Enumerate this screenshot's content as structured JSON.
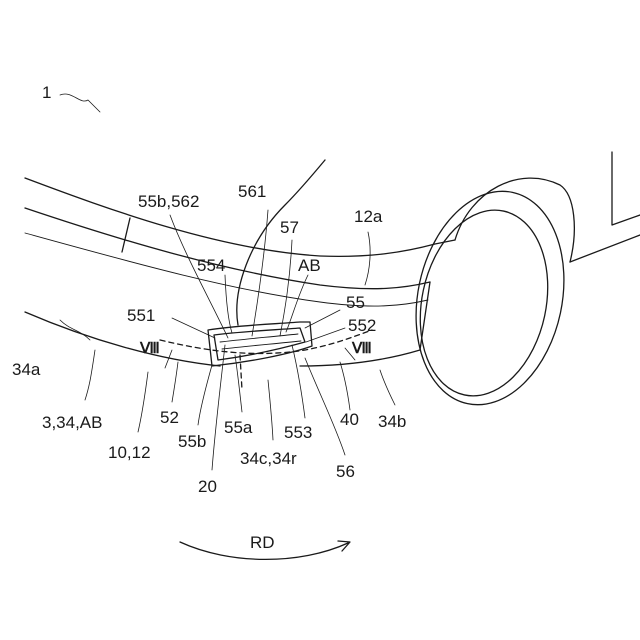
{
  "figure": {
    "reference_numerals": [
      "1",
      "561",
      "55b,562",
      "57",
      "12a",
      "554",
      "AB",
      "55",
      "551",
      "552",
      "34a",
      "34b",
      "3,34,AB",
      "10,12",
      "52",
      "55b",
      "55a",
      "553",
      "40",
      "34c,34r",
      "56",
      "20",
      "RD"
    ],
    "section_marks": [
      "Ⅷ",
      "Ⅷ"
    ]
  }
}
